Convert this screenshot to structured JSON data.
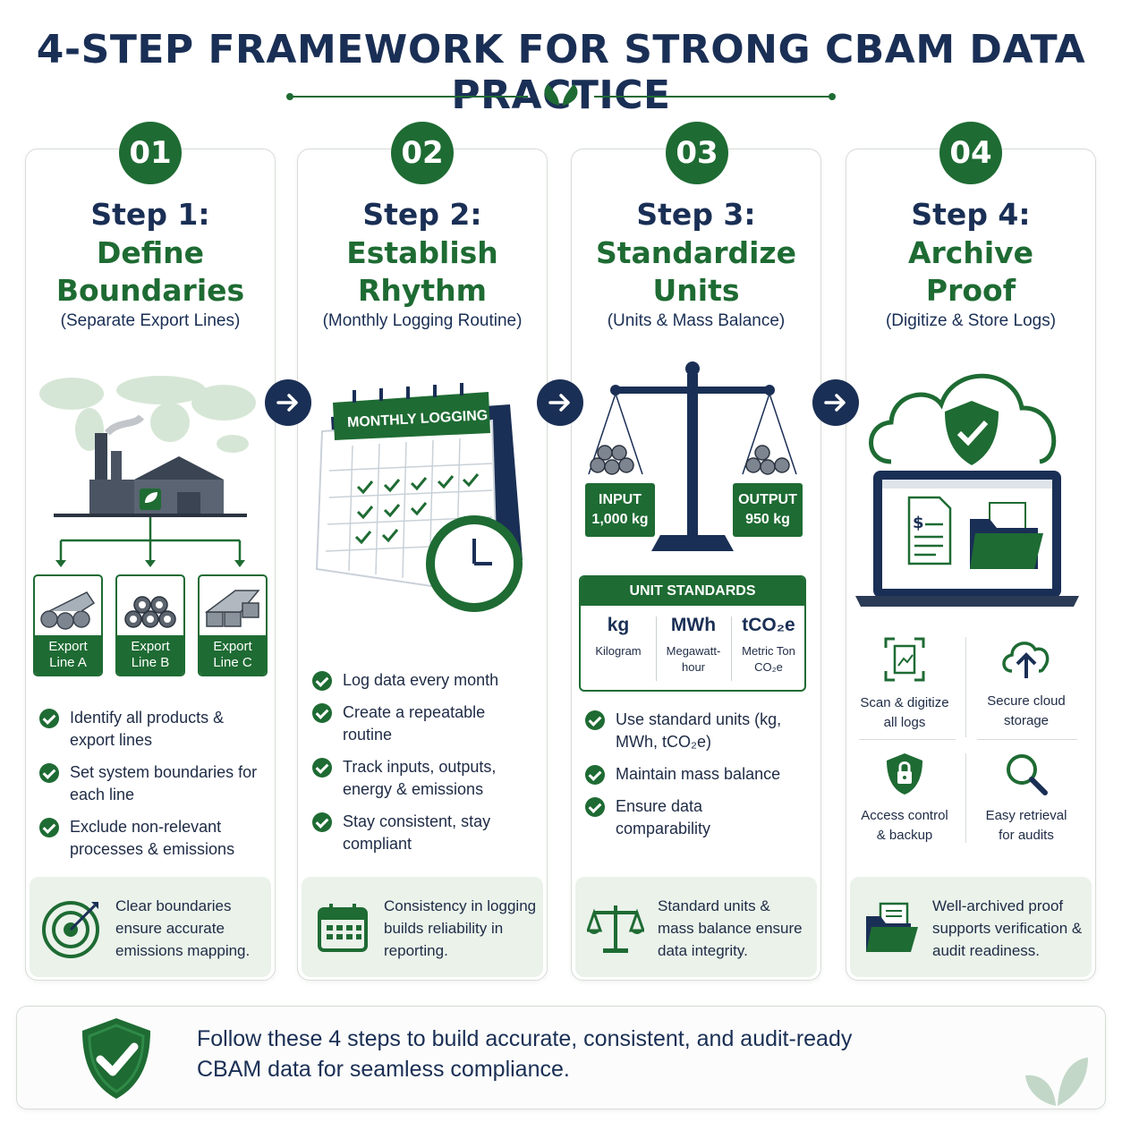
{
  "title": "4-STEP FRAMEWORK FOR STRONG CBAM DATA PRACTICE",
  "colors": {
    "navy": "#1a2f55",
    "green": "#1e6b33",
    "light_green": "#eaf2ea"
  },
  "steps": [
    {
      "number": "01",
      "label": "Step 1:",
      "name_line1": "Define",
      "name_line2": "Boundaries",
      "subtitle": "(Separate Export Lines)",
      "export_lines": [
        "Export\nLine A",
        "Export\nLine B",
        "Export\nLine C"
      ],
      "bullets": [
        "Identify all products & export lines",
        "Set system boundaries for each line",
        "Exclude non-relevant processes & emissions"
      ],
      "footer": "Clear boundaries ensure accurate emissions mapping.",
      "footer_icon": "target-icon"
    },
    {
      "number": "02",
      "label": "Step 2:",
      "name_line1": "Establish",
      "name_line2": "Rhythm",
      "subtitle": "(Monthly Logging Routine)",
      "calendar_title": "MONTHLY LOGGING",
      "bullets": [
        "Log data every month",
        "Create a repeatable routine",
        "Track inputs, outputs, energy & emissions",
        "Stay consistent, stay compliant"
      ],
      "footer": "Consistency in logging builds reliability in reporting.",
      "footer_icon": "calendar-icon"
    },
    {
      "number": "03",
      "label": "Step 3:",
      "name_line1": "Standardize",
      "name_line2": "Units",
      "subtitle": "(Units & Mass Balance)",
      "input_label": "INPUT",
      "input_value": "1,000 kg",
      "output_label": "OUTPUT",
      "output_value": "950 kg",
      "unit_standards_title": "UNIT STANDARDS",
      "units": [
        {
          "symbol": "kg",
          "name": "Kilogram"
        },
        {
          "symbol": "MWh",
          "name": "Megawatt-\nhour"
        },
        {
          "symbol": "tCO₂e",
          "name": "Metric Ton\nCO₂e"
        }
      ],
      "bullets": [
        "Use standard units (kg, MWh, tCO₂e)",
        "Maintain mass balance",
        "Ensure data comparability"
      ],
      "footer": "Standard units & mass balance ensure data integrity.",
      "footer_icon": "scale-icon"
    },
    {
      "number": "04",
      "label": "Step 4:",
      "name_line1": "Archive",
      "name_line2": "Proof",
      "subtitle": "(Digitize & Store Logs)",
      "features": [
        {
          "label": "Scan & digitize\nall logs",
          "icon": "scan-document-icon"
        },
        {
          "label": "Secure cloud\nstorage",
          "icon": "cloud-upload-icon"
        },
        {
          "label": "Access control\n& backup",
          "icon": "shield-lock-icon"
        },
        {
          "label": "Easy retrieval\nfor audits",
          "icon": "magnifier-icon"
        }
      ],
      "footer": "Well-archived proof supports verification & audit readiness.",
      "footer_icon": "folder-icon"
    }
  ],
  "banner": {
    "text_line1": "Follow these 4 steps to build accurate, consistent, and audit-ready",
    "text_line2": "CBAM data for seamless compliance.",
    "icon": "shield-check-icon"
  }
}
